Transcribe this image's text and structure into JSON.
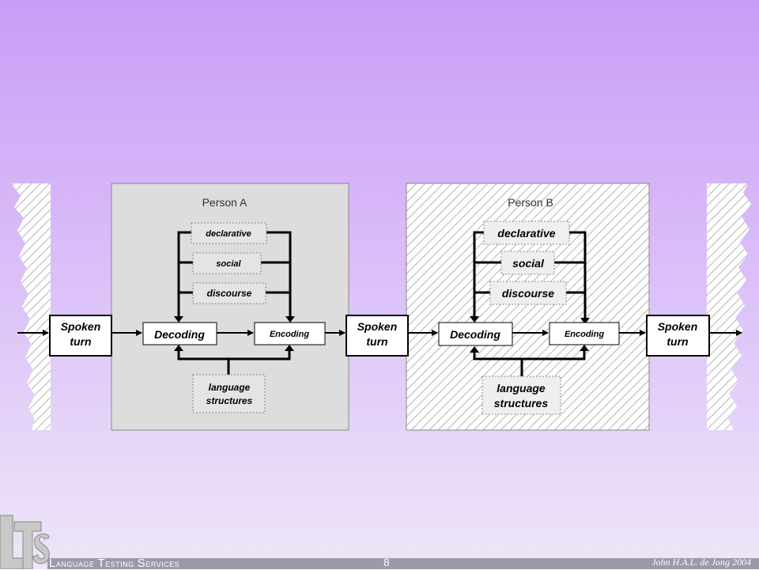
{
  "colors": {
    "bg_top": "#c99cf7",
    "bg_bottom": "#eee6f8",
    "panel_fill": "#dddddd",
    "panel_stroke": "#888888",
    "hatch": "#b4b4b4",
    "box_stroke": "#000000",
    "dashed_stroke": "#888888",
    "logo_fill": "#c8c8c8",
    "footer_bar": "#9a9aa8"
  },
  "person_a": {
    "title": "Person A",
    "knowledge": [
      "declarative",
      "social",
      "discourse"
    ],
    "decoding": "Decoding",
    "encoding": "Encoding",
    "structures": [
      "language",
      "structures"
    ]
  },
  "person_b": {
    "title": "Person B",
    "knowledge": [
      "declarative",
      "social",
      "discourse"
    ],
    "decoding": "Decoding",
    "encoding": "Encoding",
    "structures": [
      "language",
      "structures"
    ]
  },
  "spoken_turn": [
    "Spoken",
    "turn"
  ],
  "footer": {
    "company_part1_cap": "L",
    "company_part1_rest": "ANGUAGE",
    "company_part2_cap": "T",
    "company_part2_rest": "ESTING",
    "company_part3_cap": "S",
    "company_part3_rest": "ERVICES",
    "page_number": "8",
    "author": "John H.A.L. de Jong 2004"
  },
  "logo_icon": "lts-logo"
}
